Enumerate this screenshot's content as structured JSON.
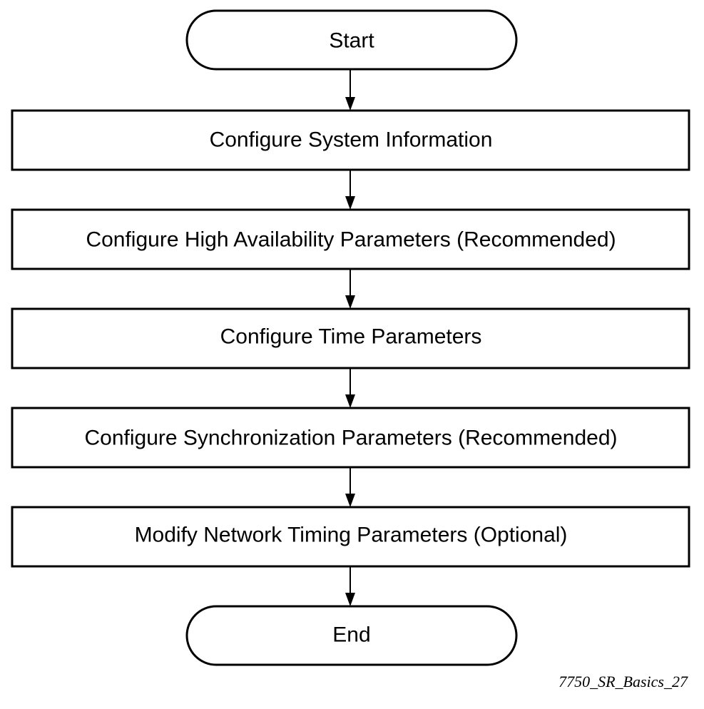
{
  "flowchart": {
    "start": {
      "label": "Start"
    },
    "steps": [
      {
        "label": "Configure System Information"
      },
      {
        "label": "Configure High Availability Parameters (Recommended)"
      },
      {
        "label": "Configure Time Parameters"
      },
      {
        "label": "Configure Synchronization Parameters (Recommended)"
      },
      {
        "label": "Modify Network Timing Parameters (Optional)"
      }
    ],
    "end": {
      "label": "End"
    }
  },
  "figure_id": "7750_SR_Basics_27"
}
